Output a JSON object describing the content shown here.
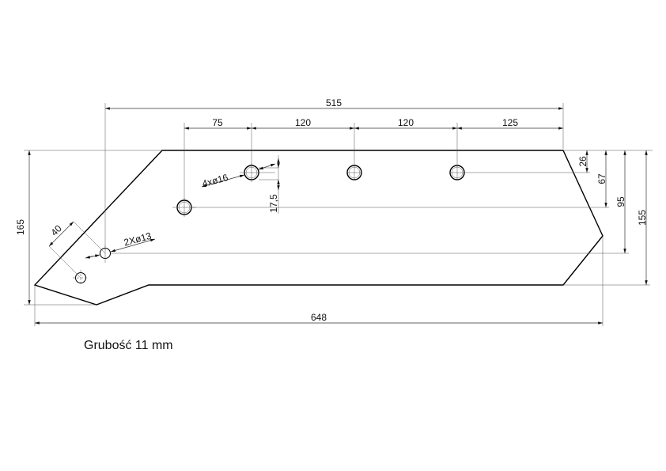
{
  "drawing": {
    "dimensions": {
      "overall_hole_span": "515",
      "spacing_1": "75",
      "spacing_2": "120",
      "spacing_3": "120",
      "spacing_4": "125",
      "right_26": "26",
      "right_67": "67",
      "right_95": "95",
      "right_155": "155",
      "left_height": "165",
      "overall_length": "648",
      "hole_offset": "17,5",
      "small_hole_spacing": "40"
    },
    "callouts": {
      "large_holes": "4xø16",
      "small_holes": "2Xø13"
    },
    "note": "Grubość 11 mm"
  }
}
